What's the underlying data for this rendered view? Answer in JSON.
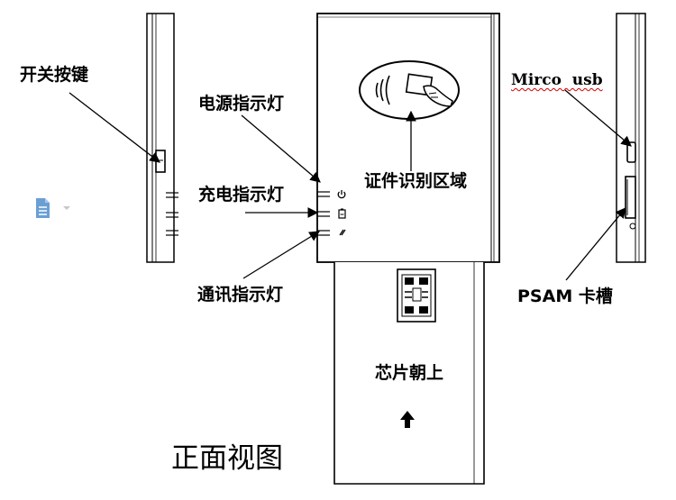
{
  "labels": {
    "power_button": "开关按键",
    "power_led": "电源指示灯",
    "charge_led": "充电指示灯",
    "comm_led": "通讯指示灯",
    "id_area": "证件识别区域",
    "micro_usb": "Mirco  usb",
    "psam_slot": "PSAM 卡槽",
    "chip_up": "芯片朝上",
    "front_view": "正面视图"
  },
  "icons": [
    "document-icon",
    "power-icon",
    "battery-icon",
    "signal-icon",
    "nfc-card-icon",
    "sim-card-icon",
    "up-arrow-icon"
  ],
  "colors": {
    "line": "#000000",
    "spellcheck": "#d00000",
    "doc_icon": "#6a9fd4"
  }
}
